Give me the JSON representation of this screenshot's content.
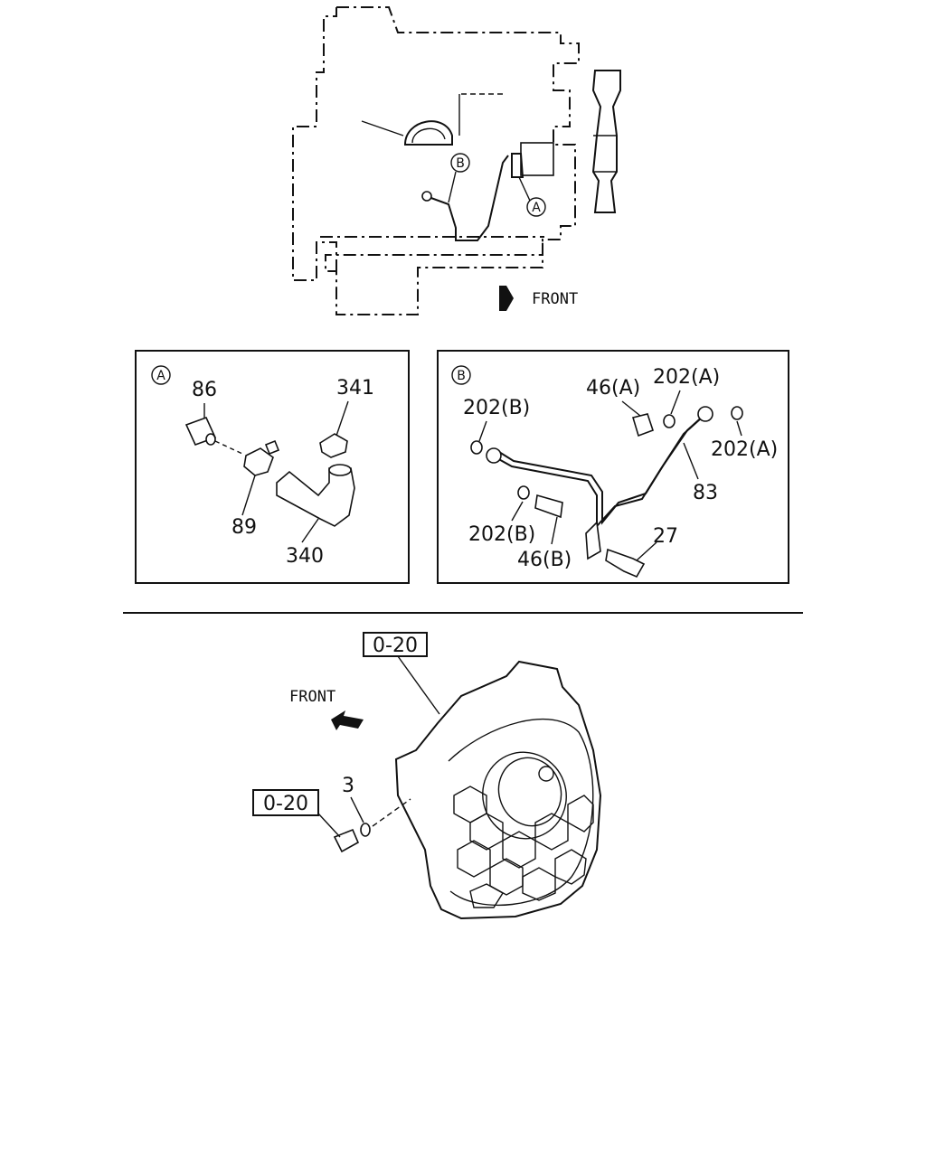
{
  "top_view": {
    "callout_a": "A",
    "callout_b": "B",
    "front_label": "FRONT"
  },
  "detail_a": {
    "badge": "A",
    "labels": {
      "p86": "86",
      "p341": "341",
      "p89": "89",
      "p340": "340"
    }
  },
  "detail_b": {
    "badge": "B",
    "labels": {
      "p46a": "46(A)",
      "p202a_top": "202(A)",
      "p202b_top": "202(B)",
      "p202a_right": "202(A)",
      "p83": "83",
      "p202b_bottom": "202(B)",
      "p27": "27",
      "p46b": "46(B)"
    }
  },
  "housing_view": {
    "ref_top": "0-20",
    "ref_left": "0-20",
    "front_label": "FRONT",
    "part_3": "3"
  }
}
